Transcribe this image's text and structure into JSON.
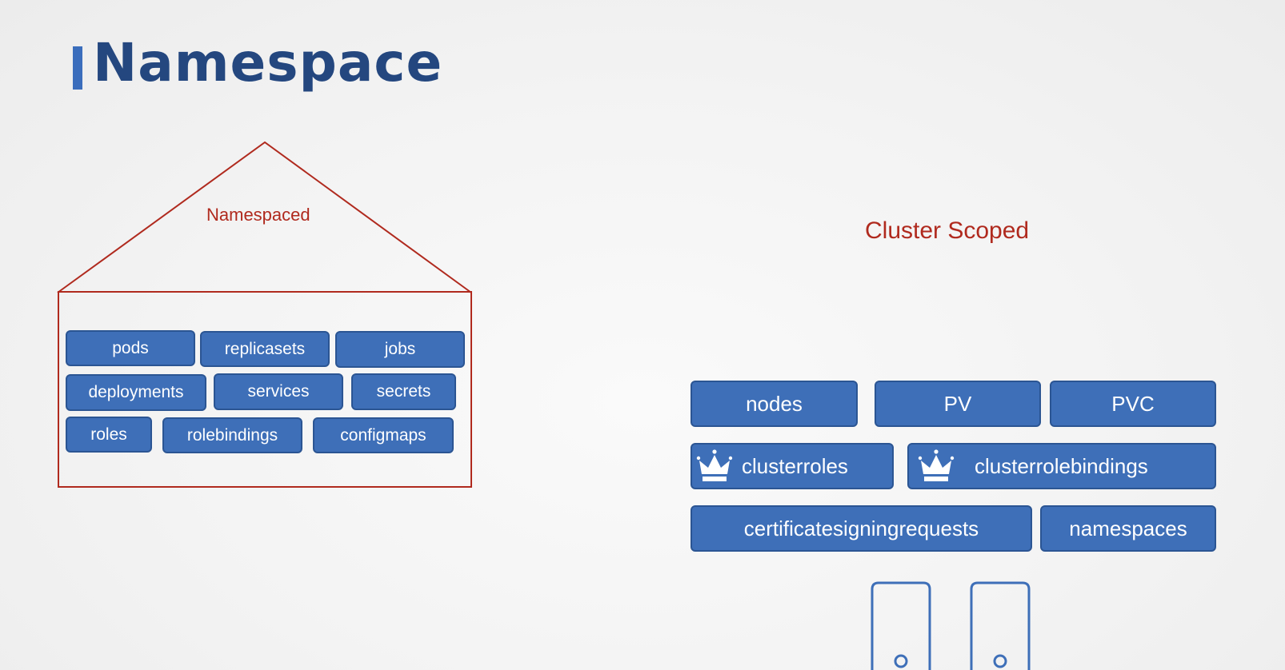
{
  "page": {
    "title": "Namespace"
  },
  "namespaced": {
    "label": "Namespaced",
    "resources": [
      "pods",
      "replicasets",
      "jobs",
      "deployments",
      "services",
      "secrets",
      "roles",
      "rolebindings",
      "configmaps"
    ]
  },
  "cluster": {
    "label": "Cluster Scoped",
    "resources": [
      "nodes",
      "PV",
      "PVC",
      "clusterroles",
      "clusterrolebindings",
      "certificatesigningrequests",
      "namespaces"
    ]
  },
  "colors": {
    "title": "#24477f",
    "accent_bar": "#3a6dbc",
    "chip_fill": "#3e6fb8",
    "house_outline": "#b02a1e",
    "label_red": "#b02a1e"
  },
  "icons": {
    "clusterroles": "crown-icon",
    "clusterrolebindings": "crown-icon",
    "servers": "server-icon"
  }
}
